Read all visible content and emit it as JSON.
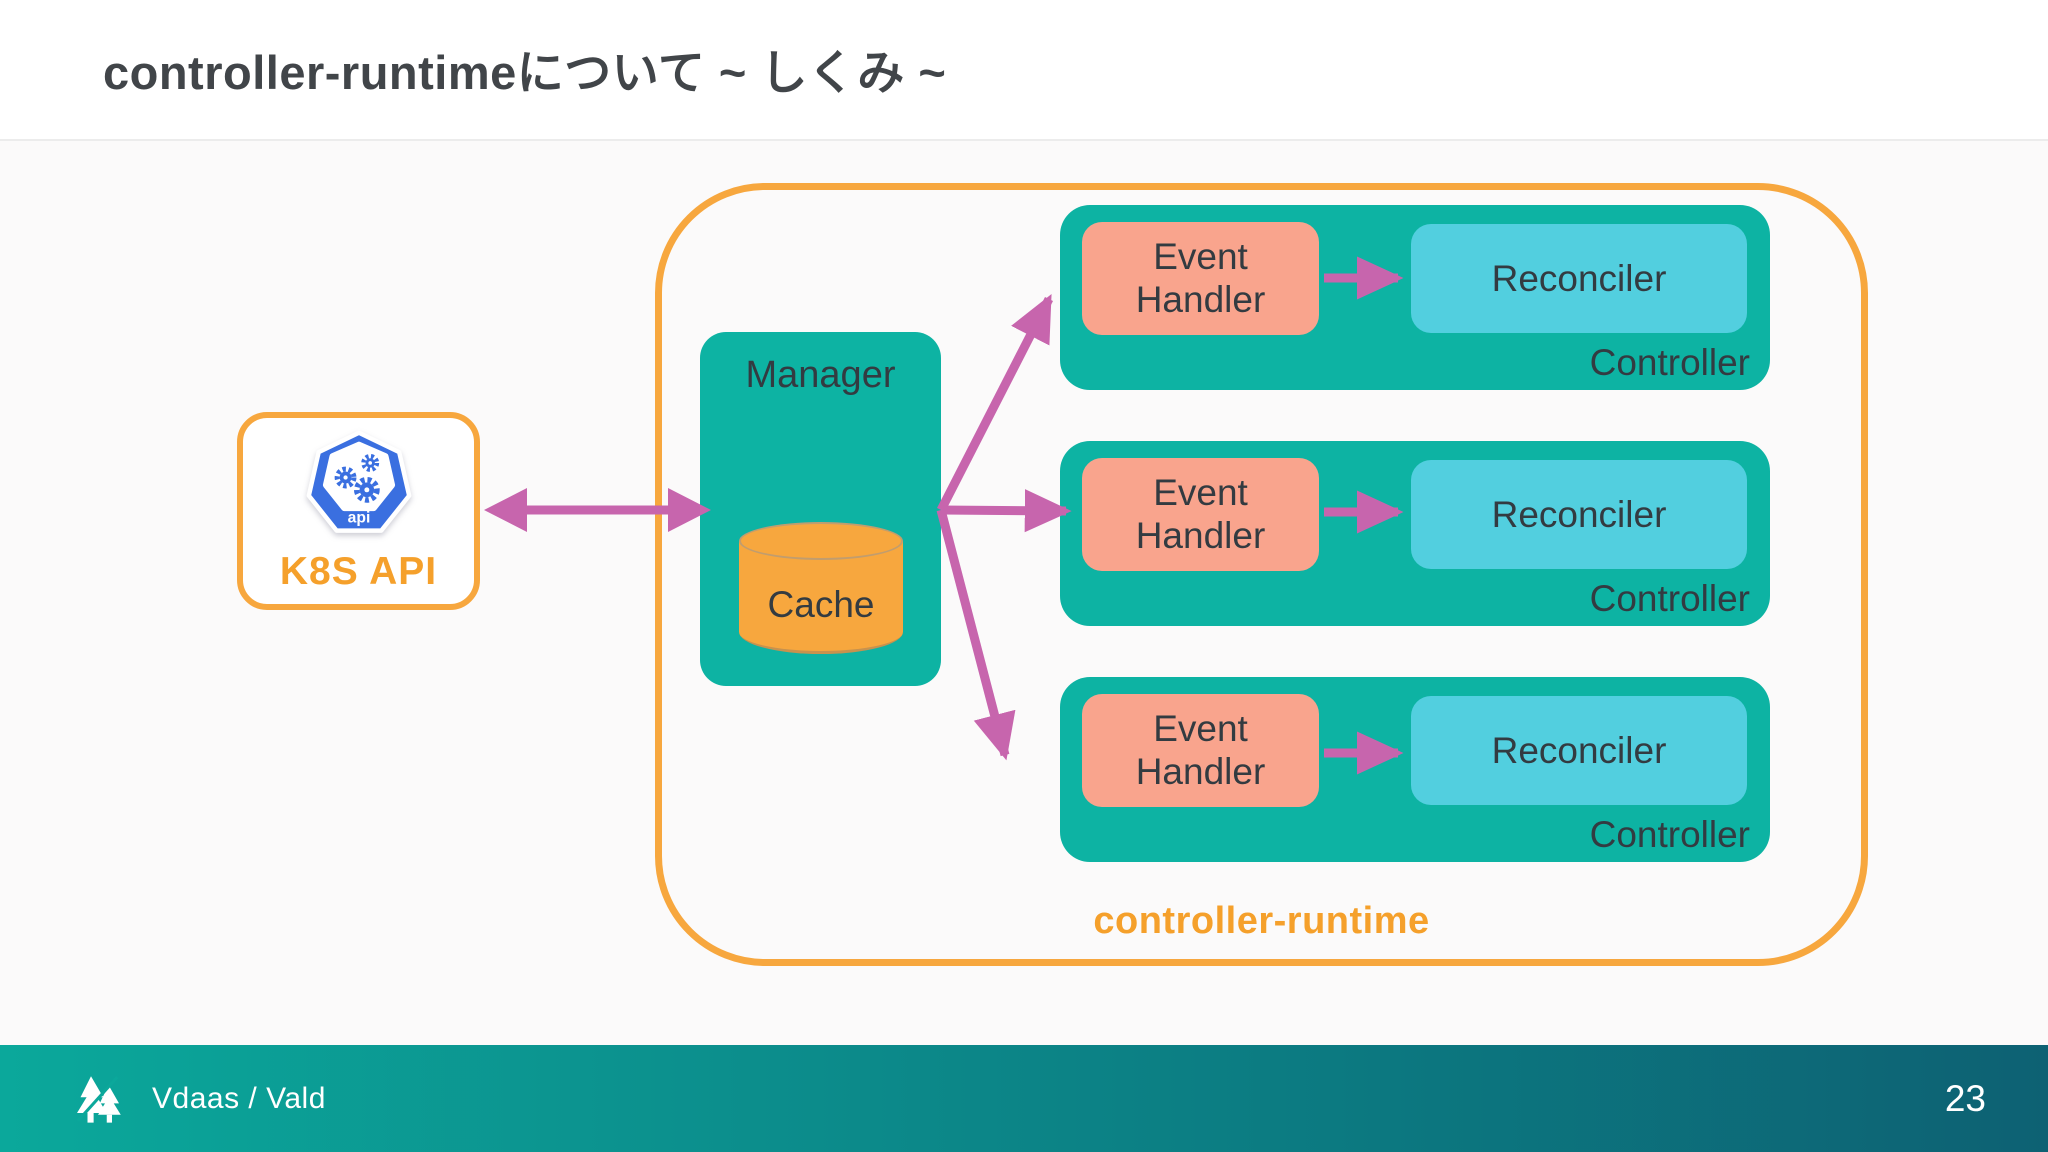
{
  "slide": {
    "title": "controller-runtimeについて ~ しくみ ~",
    "footer": {
      "brand": "Vdaas / Vald",
      "page_number": "23"
    }
  },
  "diagram": {
    "k8s_api": {
      "label": "K8S API",
      "icon_text": "api"
    },
    "runtime_container": {
      "label": "controller-runtime"
    },
    "manager": {
      "label": "Manager",
      "cache": "Cache"
    },
    "controllers": [
      {
        "event_handler": "Event Handler",
        "reconciler": "Reconciler",
        "label": "Controller"
      },
      {
        "event_handler": "Event Handler",
        "reconciler": "Reconciler",
        "label": "Controller"
      },
      {
        "event_handler": "Event Handler",
        "reconciler": "Reconciler",
        "label": "Controller"
      }
    ]
  },
  "colors": {
    "teal": "#0db3a3",
    "cyan": "#52cfdf",
    "salmon": "#f9a48d",
    "orange": "#f7a73e",
    "label_orange": "#f5a02b",
    "arrow_pink": "#c765ad",
    "k8s_blue": "#3a6fe0",
    "footer_left": "#0ba89b",
    "footer_right": "#0d6173",
    "title_color": "#414549",
    "box_text": "#333b41"
  }
}
